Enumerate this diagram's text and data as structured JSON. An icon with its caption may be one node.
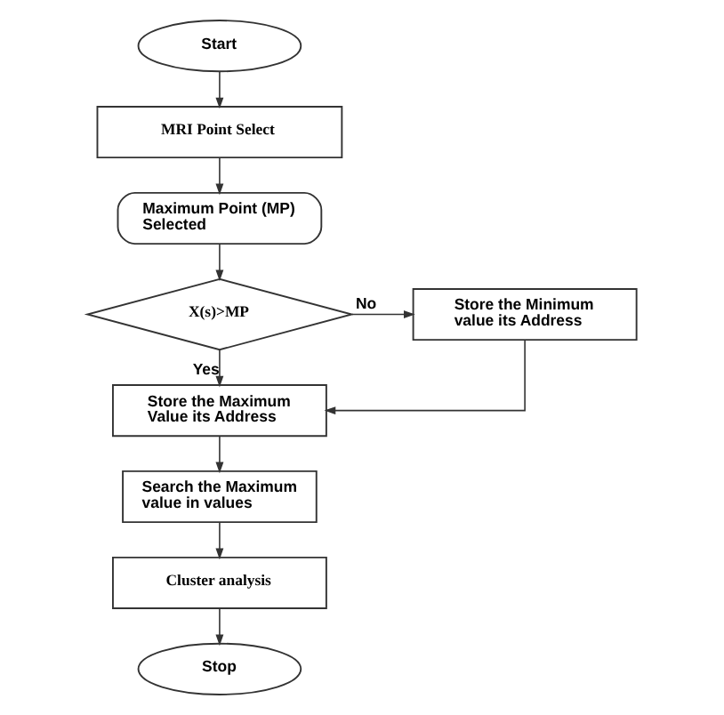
{
  "diagram": {
    "nodes": [
      {
        "text": [
          "Start"
        ]
      },
      {
        "text": [
          "MRI Point Select"
        ]
      },
      {
        "text": [
          "Maximum Point (MP) Selected"
        ]
      },
      {
        "text": [
          "X(s)>MP"
        ]
      },
      {
        "text": [
          "Store the Minimum value its Address"
        ]
      },
      {
        "text": [
          "Store the Maximum Value its Address"
        ]
      },
      {
        "text": [
          "Search the Maximum value in values"
        ]
      },
      {
        "text": [
          "Cluster analysis"
        ]
      },
      {
        "text": [
          "Stop"
        ]
      }
    ],
    "edges": [
      {
        "from": 0,
        "to": 1,
        "arrow": "to"
      },
      {
        "from": 1,
        "to": 2,
        "arrow": "to"
      },
      {
        "from": 2,
        "to": 3,
        "arrow": "to"
      },
      {
        "from": 3,
        "to": 4,
        "arrow": "to",
        "label": "No"
      },
      {
        "from": 3,
        "to": 5,
        "arrow": "to",
        "label": "Yes"
      },
      {
        "from": 4,
        "to": 5,
        "arrow": "to"
      },
      {
        "from": 5,
        "to": 6,
        "arrow": "to"
      },
      {
        "from": 6,
        "to": 7,
        "arrow": "to"
      },
      {
        "from": 7,
        "to": 8,
        "arrow": "to"
      }
    ]
  }
}
